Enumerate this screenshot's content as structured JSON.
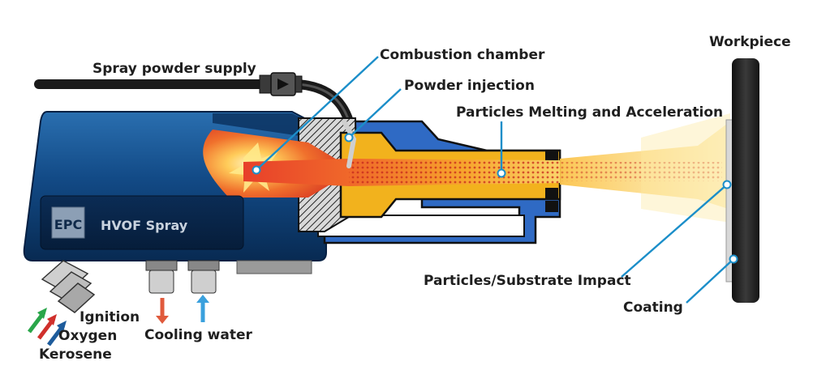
{
  "labels": {
    "spray_powder_supply": "Spray powder supply",
    "combustion_chamber": "Combustion chamber",
    "powder_injection": "Powder injection",
    "particles_melting": "Particles Melting and Acceleration",
    "workpiece": "Workpiece",
    "impact": "Particles/Substrate Impact",
    "coating": "Coating",
    "ignition": "Ignition",
    "oxygen": "Oxygen",
    "kerosene": "Kerosene",
    "cooling_water": "Cooling water"
  },
  "brand": {
    "logo": "EPC",
    "product": "HVOF Spray"
  },
  "colors": {
    "gun_body": "#0f3f73",
    "liner": "#2f6ac4",
    "nozzle": "#f2b21d",
    "flame": "#e8402a",
    "leader": "#1b8ec9",
    "workpiece": "#262626",
    "ignition_arrow": "#2aa64a",
    "oxygen_arrow": "#d0302c",
    "kerosene_arrow": "#1e5c9c",
    "cooling_out_arrow": "#e05a3c",
    "cooling_in_arrow": "#3aa0dd"
  }
}
